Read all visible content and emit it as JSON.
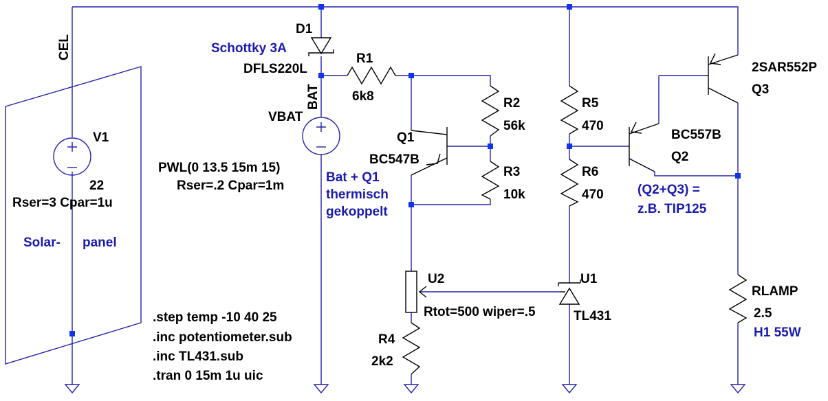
{
  "labels": {
    "cel": "CEL",
    "bat": "BAT",
    "d1_ref": "D1",
    "d1_note": "Schottky 3A",
    "d1_part": "DFLS220L",
    "r1_ref": "R1",
    "r1_val": "6k8",
    "v1_ref": "V1",
    "v1_val": "22",
    "v1_params": "Rser=3 Cpar=1u",
    "solar_1": "Solar-",
    "solar_2": "panel",
    "vbat_ref": "VBAT",
    "vbat_pwl": "PWL(0 13.5 15m 15)",
    "vbat_params": "Rser=.2 Cpar=1m",
    "q1_ref": "Q1",
    "q1_part": "BC547B",
    "q1_note_1": "Bat + Q1",
    "q1_note_2": "thermisch",
    "q1_note_3": "gekoppelt",
    "r2_ref": "R2",
    "r2_val": "56k",
    "r3_ref": "R3",
    "r3_val": "10k",
    "r5_ref": "R5",
    "r5_val": "470",
    "r6_ref": "R6",
    "r6_val": "470",
    "q2_ref": "Q2",
    "q2_part": "BC557B",
    "q3_ref": "Q3",
    "q3_part": "2SAR552P",
    "darl_note_1": "(Q2+Q3) =",
    "darl_note_2": "z.B. TIP125",
    "u2_ref": "U2",
    "u2_params": "Rtot=500 wiper=.5",
    "u1_ref": "U1",
    "u1_part": "TL431",
    "r4_ref": "R4",
    "r4_val": "2k2",
    "rlamp_ref": "RLAMP",
    "rlamp_val": "2.5",
    "rlamp_note": "H1 55W"
  },
  "directives": [
    ".step temp -10 40 25",
    ".inc potentiometer.sub",
    ".inc TL431.sub",
    ".tran 0 15m 1u uic"
  ]
}
